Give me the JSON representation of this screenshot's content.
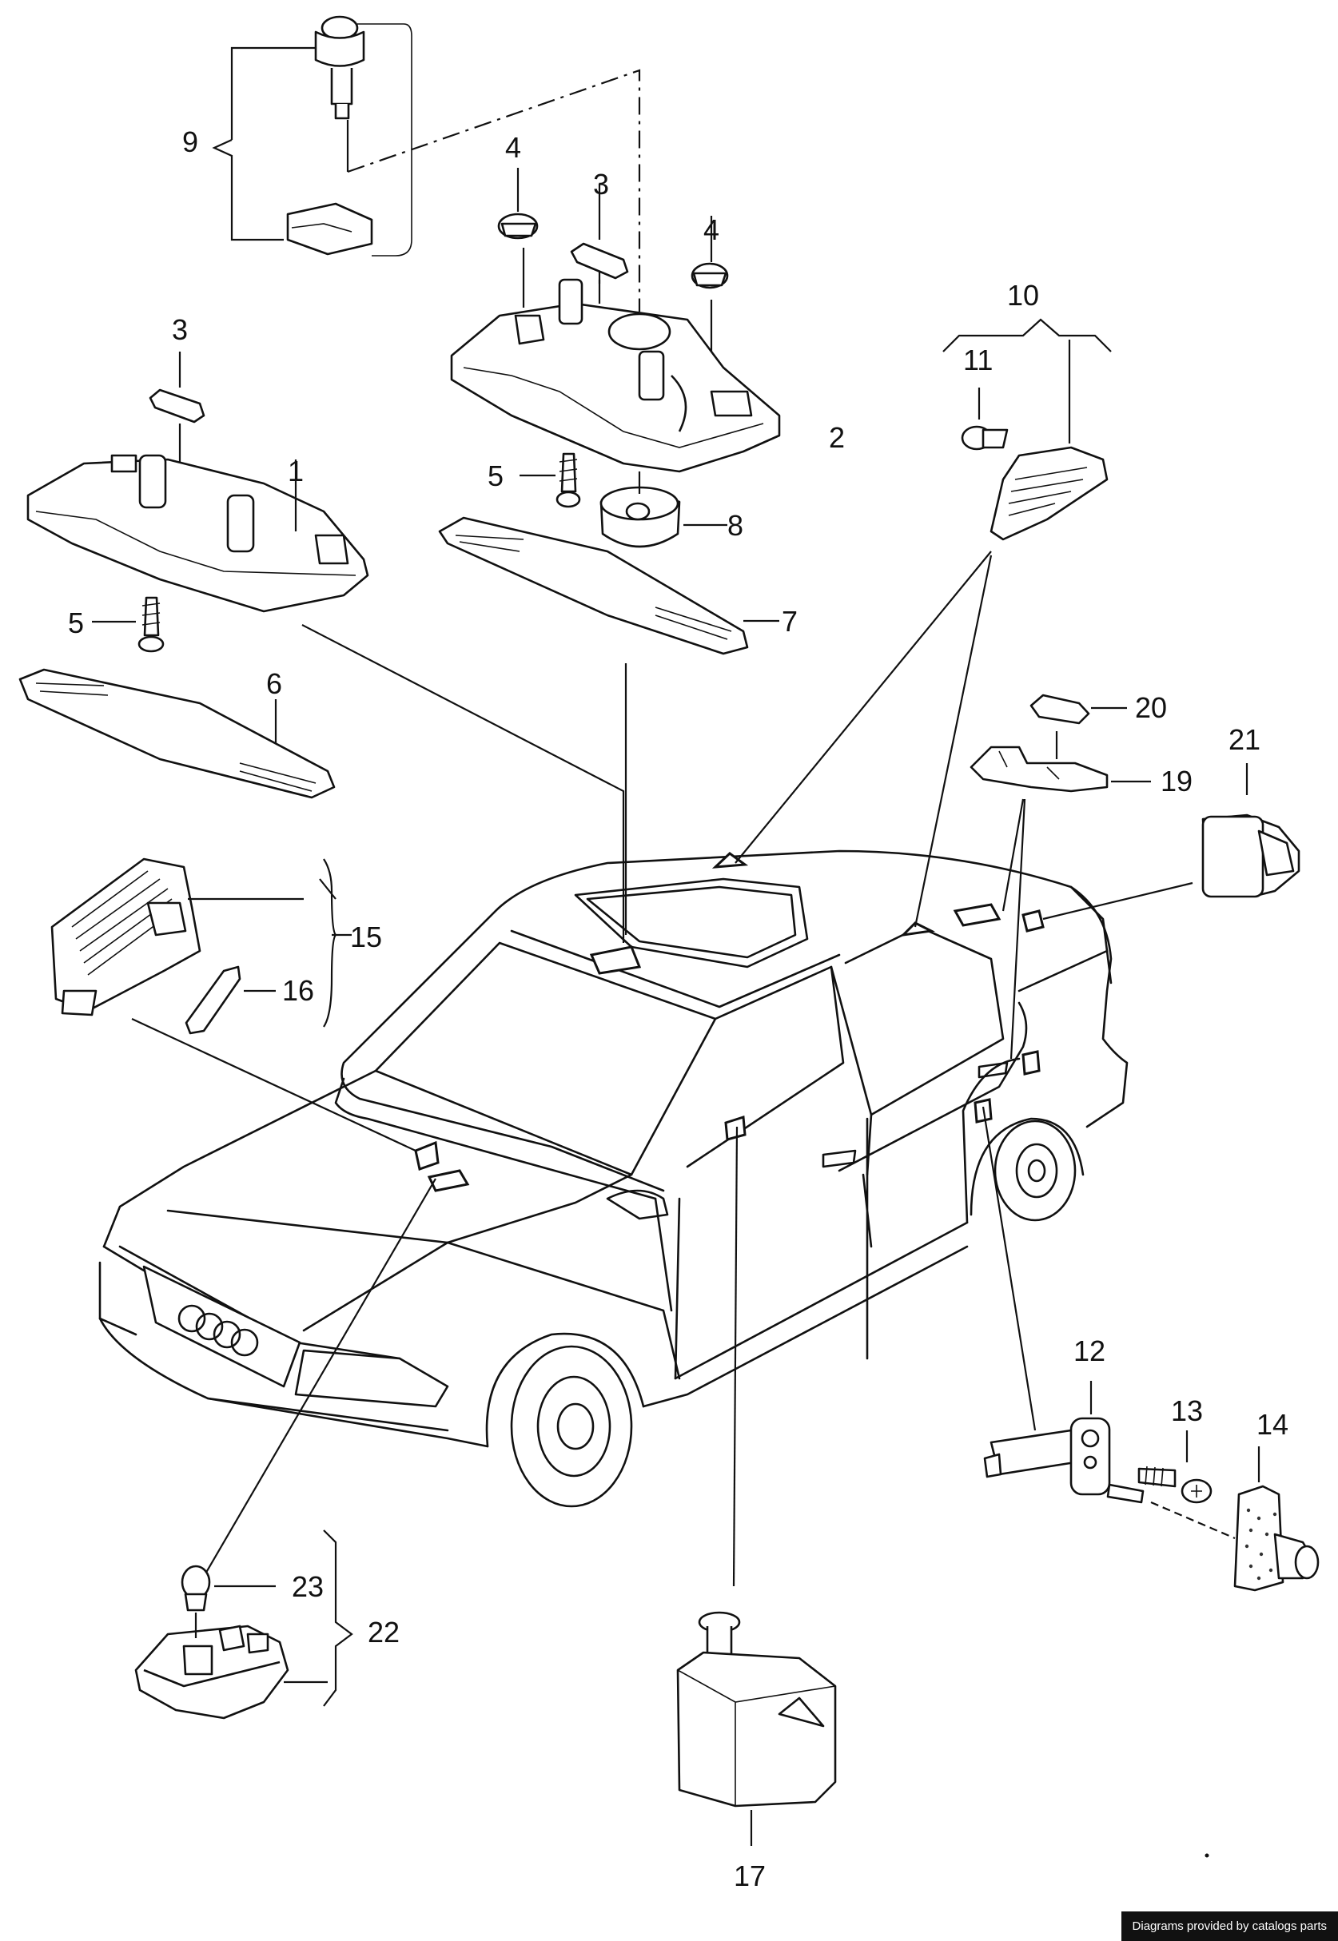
{
  "labels": {
    "p1": "1",
    "p2": "2",
    "p3a": "3",
    "p3b": "3",
    "p4a": "4",
    "p4b": "4",
    "p5a": "5",
    "p5b": "5",
    "p6": "6",
    "p7": "7",
    "p8": "8",
    "p9": "9",
    "p10": "10",
    "p11": "11",
    "p12": "12",
    "p13": "13",
    "p14": "14",
    "p15": "15",
    "p16": "16",
    "p17": "17",
    "p19": "19",
    "p20": "20",
    "p21": "21",
    "p22": "22",
    "p23": "23"
  },
  "footer": "Diagrams provided by catalogs parts"
}
